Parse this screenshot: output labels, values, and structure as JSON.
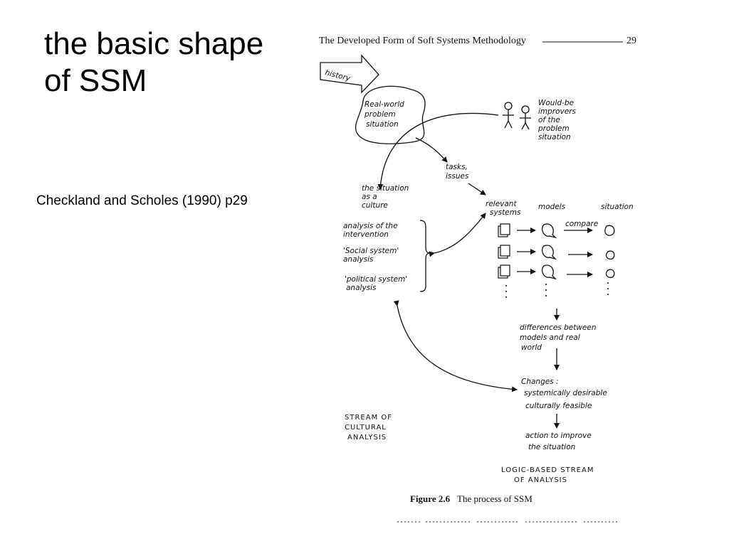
{
  "slide": {
    "title_lines": [
      "the basic shape",
      "of SSM"
    ],
    "citation": "Checkland and Scholes (1990) p29"
  },
  "book_page": {
    "running_header": "The Developed Form of Soft Systems Methodology",
    "page_number": "29",
    "figure_label": "Figure 2.6",
    "figure_caption": "The process of SSM"
  },
  "diagram": {
    "history": "history",
    "problem_situation": [
      "Real-world",
      "problem",
      "situation"
    ],
    "improvers": [
      "Would-be",
      "improvers",
      "of the",
      "problem",
      "situation"
    ],
    "tasks_issues": [
      "tasks,",
      "issues"
    ],
    "situation_as_culture": [
      "the situation",
      "as a",
      "culture"
    ],
    "analysis_intervention": [
      "analysis of the",
      "intervention"
    ],
    "social_system": [
      "'Social system'",
      "analysis"
    ],
    "political_system": [
      "'political system'",
      "analysis"
    ],
    "relevant_systems": [
      "relevant",
      "systems"
    ],
    "models": "models",
    "compare": "compare",
    "situation_col": "situation",
    "differences": [
      "differences between",
      "models and real",
      "world"
    ],
    "changes": [
      "Changes :",
      "systemically desirable",
      "culturally feasible"
    ],
    "action": [
      "action to improve",
      "the situation"
    ],
    "stream_cultural": [
      "STREAM OF",
      "CULTURAL",
      "ANALYSIS"
    ],
    "stream_logic": [
      "LOGIC-BASED STREAM",
      "OF ANALYSIS"
    ]
  }
}
